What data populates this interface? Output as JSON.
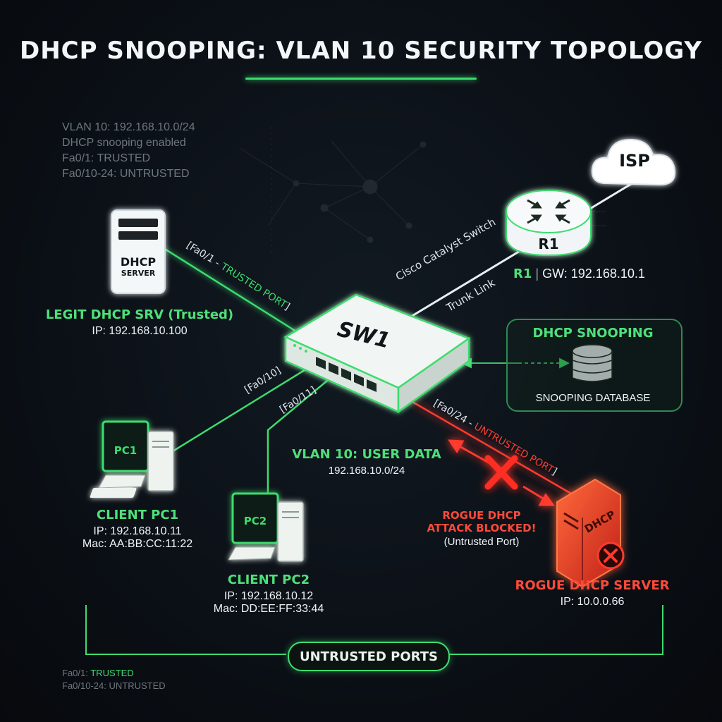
{
  "title": "DHCP SNOOPING: VLAN 10 SECURITY TOPOLOGY",
  "info_lines": [
    "VLAN 10: 192.168.10.0/24",
    "DHCP snooping enabled",
    "Fa0/1: TRUSTED",
    "Fa0/10-24: UNTRUSTED"
  ],
  "isp": {
    "label": "ISP"
  },
  "router": {
    "icon_label": "R1",
    "name": "R1",
    "separator": "|",
    "gateway": "GW: 192.168.10.1"
  },
  "switch": {
    "label": "SW1",
    "model": "Cisco Catalyst Switch",
    "uplink": "Trunk Link"
  },
  "legit_server": {
    "icon_line1": "DHCP",
    "icon_line2": "SERVER",
    "title": "LEGIT DHCP SRV (Trusted)",
    "ip": "IP: 192.168.10.100",
    "port_label": "[Fa0/1 - ",
    "port_status": "TRUSTED PORT",
    "port_close": "]"
  },
  "snooping": {
    "title": "DHCP SNOOPING",
    "db_label": "SNOOPING DATABASE"
  },
  "pc1": {
    "screen": "PC1",
    "title": "CLIENT PC1",
    "ip": "IP: 192.168.10.11",
    "mac": "Mac: AA:BB:CC:11:22",
    "port": "[Fa0/10]"
  },
  "pc2": {
    "screen": "PC2",
    "title": "CLIENT PC2",
    "ip": "IP: 192.168.10.12",
    "mac": "Mac: DD:EE:FF:33:44",
    "port": "[Fa0/11]"
  },
  "vlan": {
    "title": "VLAN 10: USER DATA",
    "subnet": "192.168.10.0/24"
  },
  "rogue": {
    "icon_label": "DHCP",
    "title": "ROGUE DHCP SERVER",
    "ip": "IP: 10.0.0.66",
    "port_label": "[Fa0/24 - ",
    "port_status": "UNTRUSTED PORT",
    "attack_line1": "ROGUE DHCP",
    "attack_line2": "ATTACK BLOCKED!",
    "attack_note": "(Untrusted Port)"
  },
  "untrusted_pill": "UNTRUSTED PORTS",
  "legend": {
    "line1_prefix": "Fa0/1: ",
    "line1_value": "TRUSTED",
    "line2": "Fa0/10-24: UNTRUSTED"
  },
  "colors": {
    "trusted": "#3ddc6f",
    "untrusted": "#ff3b2f",
    "background": "#0b1016"
  }
}
